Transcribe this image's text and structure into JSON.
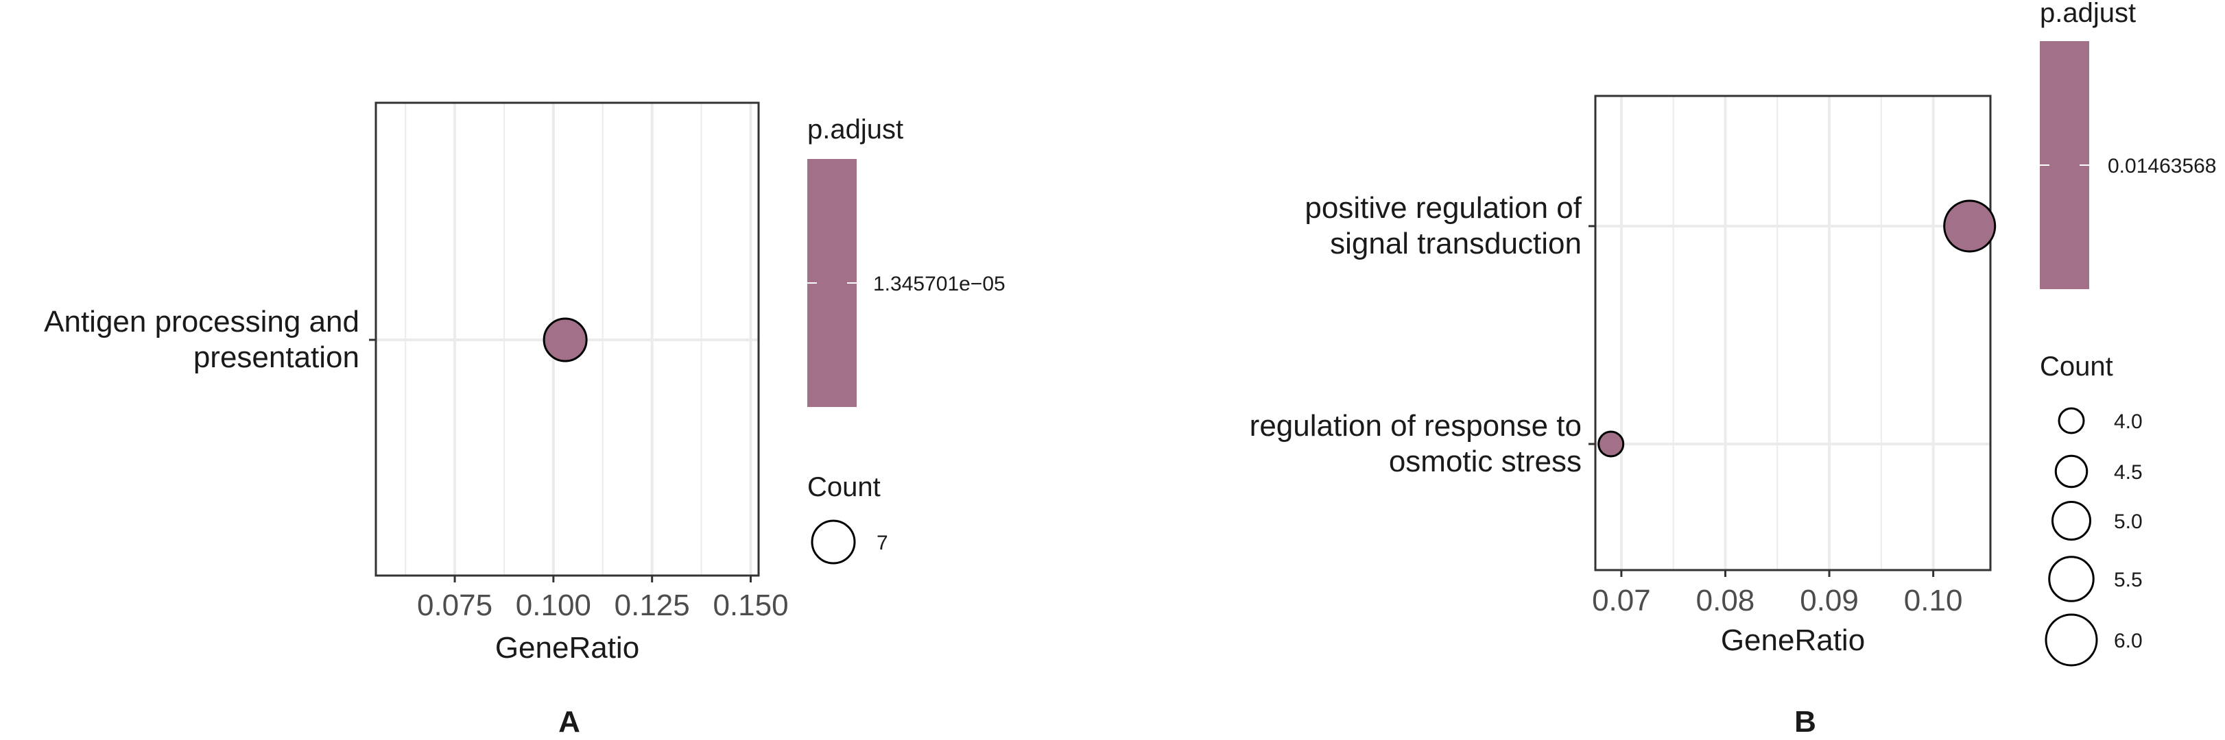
{
  "colors": {
    "point_fill": "#a3708a",
    "point_stroke": "#000000",
    "grid": "#ebebeb",
    "panel_border": "#333333",
    "colorbar": "#a3708a"
  },
  "chart_data": [
    {
      "type": "scatter",
      "panel_label": "A",
      "xlabel": "GeneRatio",
      "ylabel": "",
      "xlim": [
        0.055,
        0.152
      ],
      "xticks": [
        0.075,
        0.1,
        0.125,
        0.15
      ],
      "xtick_labels": [
        "0.075",
        "0.100",
        "0.125",
        "0.150"
      ],
      "categories": [
        [
          "Antigen processing and",
          "presentation"
        ]
      ],
      "points": [
        {
          "x": 0.103,
          "category_index": 0,
          "count": 7,
          "p_adjust": "1.345701e−05"
        }
      ],
      "legend_color": {
        "title": "p.adjust",
        "labels": [
          "1.345701e−05"
        ]
      },
      "legend_size": {
        "title": "Count",
        "entries": [
          {
            "value": 7,
            "label": "7"
          }
        ]
      },
      "grid": true
    },
    {
      "type": "scatter",
      "panel_label": "B",
      "xlabel": "GeneRatio",
      "ylabel": "",
      "xlim": [
        0.0675,
        0.1055
      ],
      "xticks": [
        0.07,
        0.08,
        0.09,
        0.1
      ],
      "xtick_labels": [
        "0.07",
        "0.08",
        "0.09",
        "0.10"
      ],
      "categories": [
        [
          "positive regulation of",
          "signal transduction"
        ],
        [
          "regulation of response to",
          "osmotic stress"
        ]
      ],
      "points": [
        {
          "x": 0.1035,
          "category_index": 0,
          "count": 6,
          "p_adjust": "0.01463568"
        },
        {
          "x": 0.069,
          "category_index": 1,
          "count": 4,
          "p_adjust": "0.01463568"
        }
      ],
      "legend_color": {
        "title": "p.adjust",
        "labels": [
          "0.01463568"
        ]
      },
      "legend_size": {
        "title": "Count",
        "entries": [
          {
            "value": 4.0,
            "label": "4.0"
          },
          {
            "value": 4.5,
            "label": "4.5"
          },
          {
            "value": 5.0,
            "label": "5.0"
          },
          {
            "value": 5.5,
            "label": "5.5"
          },
          {
            "value": 6.0,
            "label": "6.0"
          }
        ]
      },
      "grid": true
    }
  ]
}
